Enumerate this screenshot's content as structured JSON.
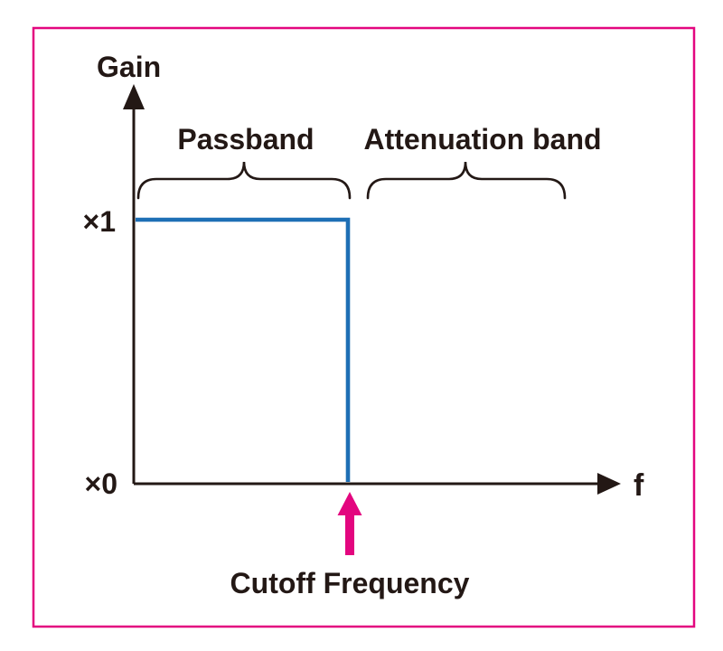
{
  "diagram": {
    "y_axis_label": "Gain",
    "x_axis_label": "f",
    "gain_top_label": "×1",
    "gain_bottom_label": "×0",
    "passband_label": "Passband",
    "attenuation_label": "Attenuation band",
    "cutoff_label": "Cutoff Frequency"
  },
  "response_curve": {
    "type": "ideal-lowpass-step",
    "passband_gain": "×1",
    "stopband_gain": "×0",
    "transition": "vertical drop at cutoff frequency"
  },
  "colors": {
    "frame": "#e3067f",
    "arrow": "#e3067f",
    "response": "#1e6fb5",
    "ink": "#231815"
  }
}
